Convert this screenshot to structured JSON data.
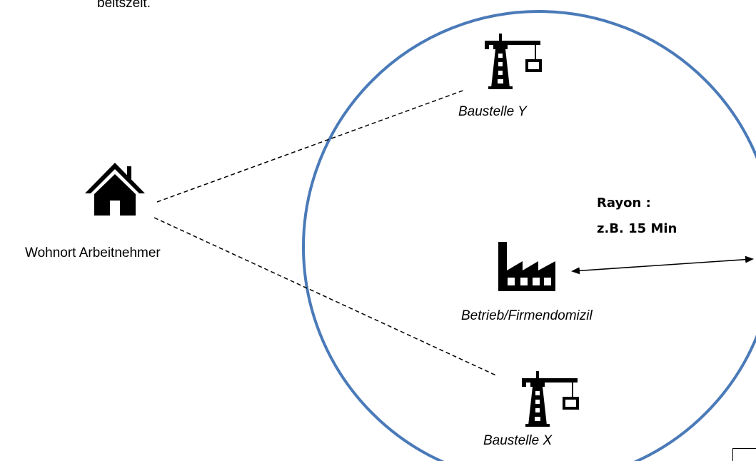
{
  "header_fragment": "beitszeit.",
  "labels": {
    "home": "Wohnort Arbeitnehmer",
    "site_y": "Baustelle Y",
    "site_x": "Baustelle X",
    "company": "Betrieb/Firmendomizil",
    "radius_title": "Rayon :",
    "radius_value": "z.B. 15 Min"
  },
  "icons": {
    "home": "house-icon",
    "site_y": "crane-icon",
    "site_x": "crane-icon",
    "company": "factory-icon"
  },
  "colors": {
    "circle": "#4a7ab8",
    "lines": "#000000",
    "icons": "#000000"
  }
}
